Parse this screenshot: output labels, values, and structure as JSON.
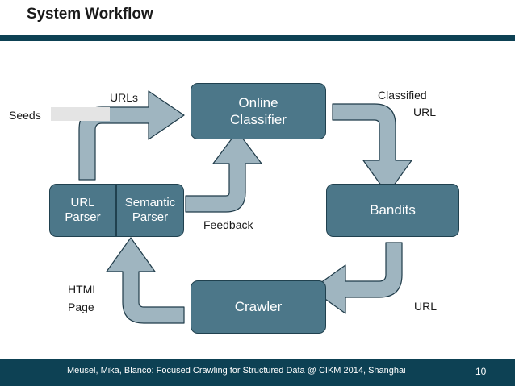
{
  "slide": {
    "title": "System Workflow",
    "accent_color": "#0D4154",
    "node_fill": "#4C7789",
    "node_border": "#20414F",
    "arrow_fill": "#9FB5C0",
    "arrow_stroke": "#1F3B49",
    "seeds_strip_color": "#E4E4E4",
    "background": "#FFFFFF"
  },
  "diagram": {
    "type": "flow-diagram",
    "nodes": [
      {
        "id": "online-classifier",
        "label": "Online\nClassifier",
        "line1": "Online",
        "line2": "Classifier"
      },
      {
        "id": "bandits",
        "label": "Bandits",
        "line1": "Bandits",
        "line2": ""
      },
      {
        "id": "crawler",
        "label": "Crawler",
        "line1": "Crawler",
        "line2": ""
      },
      {
        "id": "url-parser",
        "label": "URL\nParser",
        "line1": "URL",
        "line2": "Parser"
      },
      {
        "id": "semantic-parser",
        "label": "Semantic\nParser",
        "line1": "Semantic",
        "line2": "Parser"
      }
    ],
    "edges": [
      {
        "id": "seeds",
        "label": "Seeds",
        "from": "input",
        "to": "url-parser"
      },
      {
        "id": "urls",
        "label": "URLs",
        "from": "url-parser",
        "to": "online-classifier"
      },
      {
        "id": "classified-url",
        "label_line1": "Classified",
        "label_line2": "URL",
        "from": "online-classifier",
        "to": "bandits"
      },
      {
        "id": "url",
        "label": "URL",
        "from": "bandits",
        "to": "crawler"
      },
      {
        "id": "html-page",
        "label_line1": "HTML",
        "label_line2": "Page",
        "from": "crawler",
        "to": "url-parser"
      },
      {
        "id": "feedback",
        "label": "Feedback",
        "from": "semantic-parser",
        "to": "online-classifier"
      }
    ]
  },
  "footer": {
    "citation": "Meusel, Mika, Blanco: Focused Crawling for Structured Data @ CIKM 2014, Shanghai",
    "page_number": "10"
  }
}
